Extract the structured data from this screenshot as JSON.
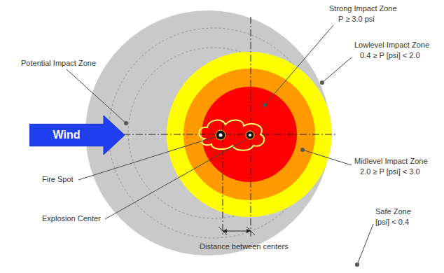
{
  "diagram": {
    "nodes": [
      {
        "text": [
          "Wind"
        ]
      }
    ],
    "labels": [
      "Potential Impact Zone",
      "Strong Impact Zone",
      "P ≥ 3.0 psi",
      "Lowlevel Impact Zone",
      "0.4 ≥ P [psi] < 2.0",
      "Midlevel Impact Zone",
      "2.0 ≥ P [psi] < 3.0",
      "Fire Spot",
      "Explosion Center",
      "Distance between centers",
      "Safe Zone",
      "[psi] < 0.4"
    ]
  }
}
